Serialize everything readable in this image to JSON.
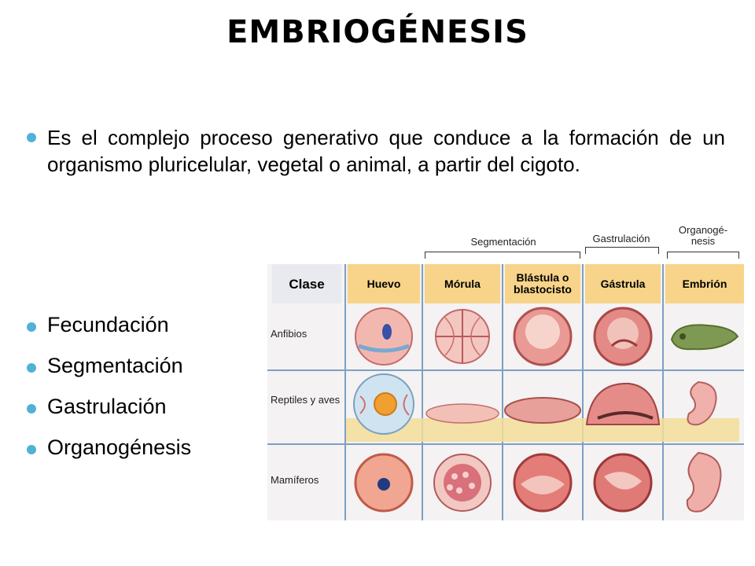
{
  "title": "EMBRIOGÉNESIS",
  "intro": "Es el complejo proceso generativo que conduce a la formación de un organismo pluricelular, vegetal o animal, a partir del cigoto.",
  "list": [
    "Fecundación",
    "Segmentación",
    "Gastrulación",
    "Organogénesis"
  ],
  "figure": {
    "groups": [
      "Segmentación",
      "Gastrulación",
      "Organogé-\nnesis"
    ],
    "headers": [
      "Clase",
      "Huevo",
      "Mórula",
      "Blástula o blastocisto",
      "Gástrula",
      "Embrión"
    ],
    "rows": [
      "Anfibios",
      "Reptiles y aves",
      "Mamíferos"
    ]
  }
}
